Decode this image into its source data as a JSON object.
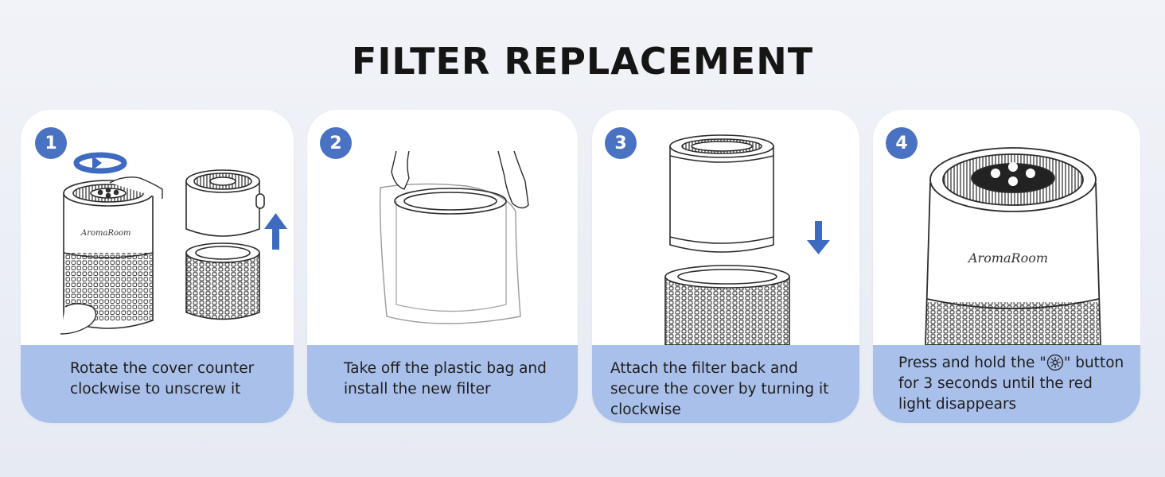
{
  "title": "FILTER REPLACEMENT",
  "brand": "AromaRoom",
  "colors": {
    "background": "#eef1f7",
    "card": "#ffffff",
    "caption_band": "#a9c0ea",
    "badge": "#4a72c2",
    "arrow": "#3e6bc1",
    "line_art": "#2b2b2b"
  },
  "steps": [
    {
      "number": "1",
      "text": "Rotate the cover counter clockwise to unscrew it"
    },
    {
      "number": "2",
      "text": "Take off the plastic bag and install the new filter"
    },
    {
      "number": "3",
      "text": "Attach the filter back and secure the cover by turning it clockwise"
    },
    {
      "number": "4",
      "text_before": "Press and hold the \"",
      "button_icon": "fan-speed-icon",
      "text_after": "\" button for 3 seconds until the red light disappears"
    }
  ]
}
